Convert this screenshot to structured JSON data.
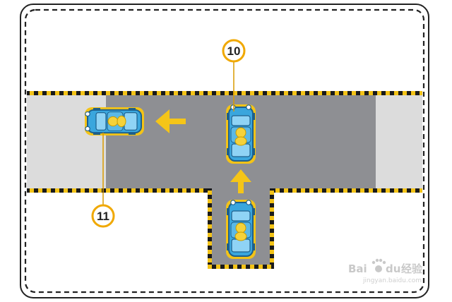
{
  "labels": {
    "car_top": "10",
    "car_left": "11"
  },
  "watermark": {
    "brand": "Bai",
    "brand_tail": "du",
    "suffix": "经验",
    "url": "jingyan.baidu.com"
  },
  "colors": {
    "road": "#8e8f93",
    "sidewalk": "#dcdcdc",
    "curb_yellow": "#f3c317",
    "curb_black": "#1a1a1a",
    "arrow": "#f5c518",
    "car_body": "#3aa6dd",
    "car_dark": "#1d5f8c",
    "badge_fill": "#ffffff",
    "badge_stroke": "#f0a800"
  },
  "icons": {
    "arrow_left": "arrow-left-icon",
    "arrow_up": "arrow-up-icon",
    "car": "car-icon",
    "paw": "paw-icon"
  }
}
